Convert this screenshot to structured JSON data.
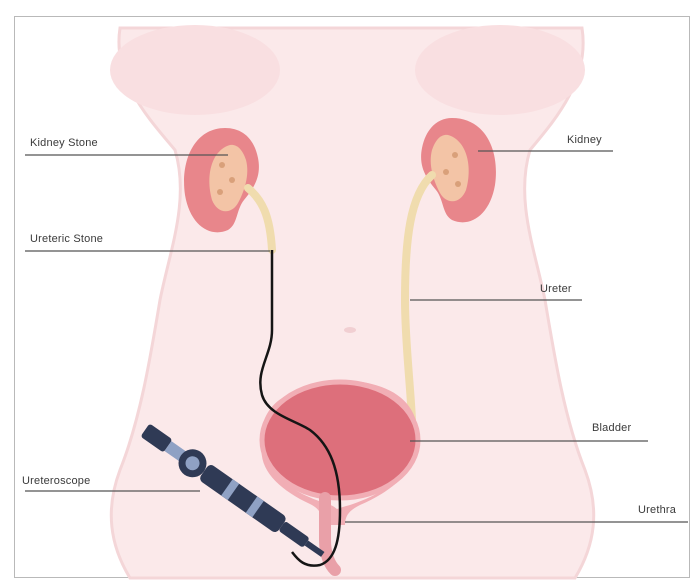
{
  "labels": {
    "kidney_stone": "Kidney Stone",
    "ureteric_stone": "Ureteric Stone",
    "ureteroscope": "Ureteroscope",
    "kidney": "Kidney",
    "ureter": "Ureter",
    "bladder": "Bladder",
    "urethra": "Urethra"
  },
  "colors": {
    "body_fill": "#fbe9ea",
    "body_outline": "#f4d6d8",
    "kidney_fill": "#e8868b",
    "kidney_inner": "#f3c4a6",
    "ureter_fill": "#f0dcae",
    "bladder_fill": "#dd6f7b",
    "bladder_rim": "#f1aeb5",
    "scope_dark": "#2f3a55",
    "scope_light": "#8fa1c4",
    "leader_line": "#555555",
    "wire": "#151515"
  }
}
